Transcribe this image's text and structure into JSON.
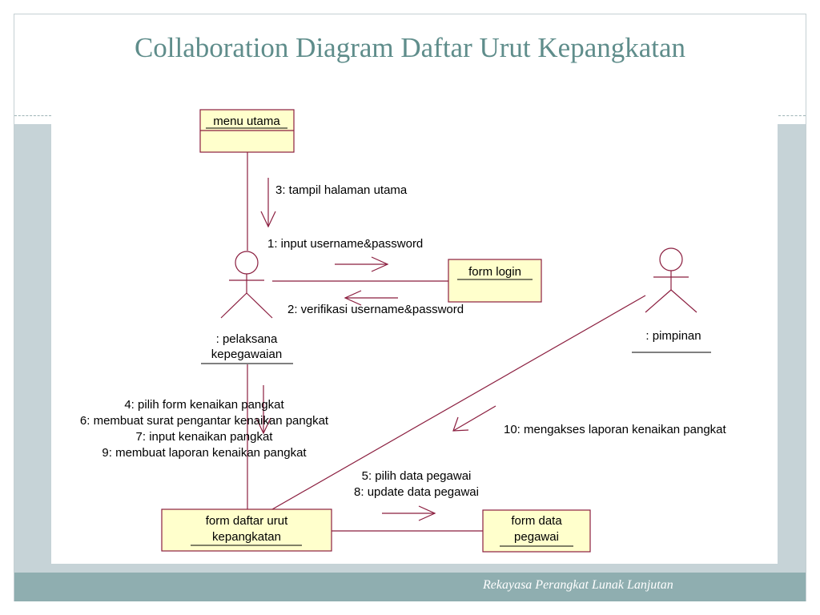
{
  "slide": {
    "title": "Collaboration Diagram Daftar Urut Kepangkatan",
    "footer": "Rekayasa Perangkat Lunak Lanjutan"
  },
  "objects": {
    "menu_utama": "menu utama",
    "form_login": "form login",
    "pelaksana": [
      ": pelaksana",
      "kepegawaian"
    ],
    "pimpinan": ": pimpinan",
    "form_daftar": [
      "form daftar urut",
      "kepangkatan"
    ],
    "form_data": [
      "form data",
      "pegawai"
    ]
  },
  "messages": {
    "m3": "3: tampil halaman utama",
    "m1": "1: input username&password",
    "m2": "2: verifikasi username&password",
    "m_pelaksana_form": [
      "4: pilih form kenaikan pangkat",
      "6: membuat surat pengantar kenaikan pangkat",
      "7: input kenaikan pangkat",
      "9: membuat laporan kenaikan pangkat"
    ],
    "m10": "10: mengakses laporan kenaikan pangkat",
    "m_form_data": [
      "5: pilih data pegawai",
      "8: update data pegawai"
    ]
  },
  "colors": {
    "title": "#5f8d8b",
    "class_fill": "#ffffcc",
    "link": "#8b1e3f",
    "band": "#c6d3d7",
    "footer": "#8faeb0"
  }
}
